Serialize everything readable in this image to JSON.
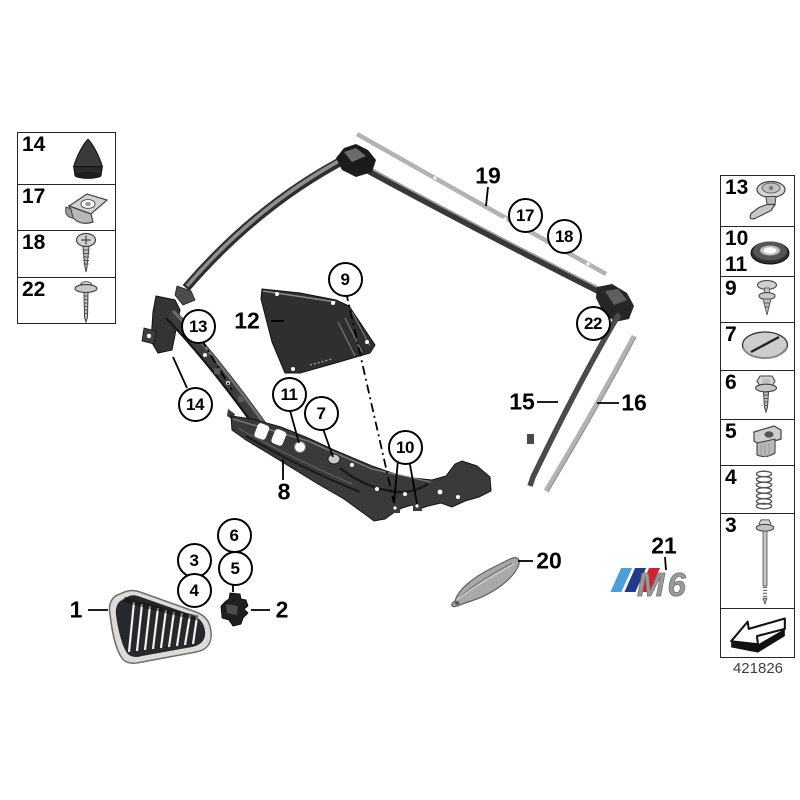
{
  "drawing": {
    "number": "421826"
  },
  "badge": {
    "model": "M6"
  },
  "balloons": {
    "b3": "3",
    "b4": "4",
    "b5": "5",
    "b6": "6",
    "b7": "7",
    "b9": "9",
    "b10": "10",
    "b11": "11",
    "b13": "13",
    "b14": "14",
    "b17": "17",
    "b18": "18",
    "b22": "22"
  },
  "labels": {
    "l1": "1",
    "l2": "2",
    "l8": "8",
    "l12": "12",
    "l15": "15",
    "l16": "16",
    "l19": "19",
    "l20": "20",
    "l21": "21"
  },
  "legend_left": {
    "items": [
      {
        "id": "14",
        "icon": "rubber-buffer-icon"
      },
      {
        "id": "17",
        "icon": "cage-nut-clip-icon"
      },
      {
        "id": "18",
        "icon": "self-tapping-screw-icon"
      },
      {
        "id": "22",
        "icon": "washer-head-screw-icon"
      }
    ]
  },
  "legend_right": {
    "items": [
      {
        "id": "13",
        "icon": "quarter-turn-lock-icon"
      },
      {
        "id": "10",
        "id2": "11",
        "icon": "grommet-washer-icon"
      },
      {
        "id": "9",
        "icon": "expansion-rivet-icon"
      },
      {
        "id": "7",
        "icon": "slotted-cover-cap-icon"
      },
      {
        "id": "6",
        "icon": "hex-washer-screw-icon"
      },
      {
        "id": "5",
        "icon": "spacer-bracket-icon"
      },
      {
        "id": "4",
        "icon": "coil-spring-icon"
      },
      {
        "id": "3",
        "icon": "long-bolt-icon"
      },
      {
        "icon": "direction-arrow-icon"
      }
    ]
  }
}
